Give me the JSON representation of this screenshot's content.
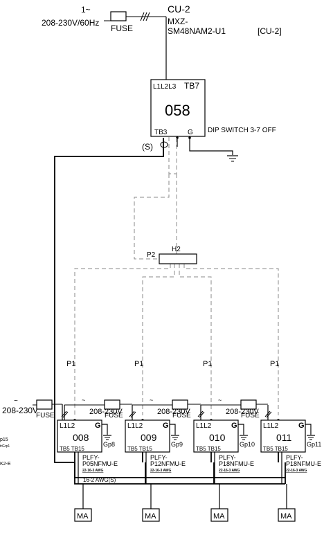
{
  "outdoor": {
    "phase": "1~",
    "supply": "208-230V/60Hz",
    "fuse": "FUSE",
    "label": "CU-2",
    "model_line1": "MXZ-",
    "model_line2": "SM48NAM2-U1",
    "tag": "[CU-2]",
    "terminals": "L1L2L3",
    "terminal_block": "TB7",
    "address": "058",
    "tb3": "TB3",
    "ground": "G",
    "dip": "DIP SWITCH 3-7 OFF",
    "shield": "(S)"
  },
  "branch": {
    "name": "H2",
    "port": "P2"
  },
  "supply_left": {
    "tilde": "~",
    "voltage": "208-230V",
    "fuse": "FUSE"
  },
  "left_edge": {
    "line1": "p15",
    "line2": "trGrp1",
    "line3": "K2-E"
  },
  "cable_label": "16-2 AWG(S)",
  "indoor_units": [
    {
      "port": "P1",
      "terminals": "L1L2",
      "ground": "G",
      "address": "008",
      "tb": "TB5 TB15",
      "group": "Gp8",
      "model1": "PLFY-",
      "model2": "P05NFMU-E",
      "wire": "22-16-3 AWG",
      "remote": "MA",
      "supply_tilde": "~",
      "supply_voltage": "208-230V",
      "fuse": "FUSE"
    },
    {
      "port": "P1",
      "terminals": "L1L2",
      "ground": "G",
      "address": "009",
      "tb": "TB5 TB15",
      "group": "Gp9",
      "model1": "PLFY-",
      "model2": "P12NFMU-E",
      "wire": "22-16-3 AWG",
      "remote": "MA",
      "supply_tilde": "~",
      "supply_voltage": "208-230V",
      "fuse": "FUSE"
    },
    {
      "port": "P1",
      "terminals": "L1L2",
      "ground": "G",
      "address": "010",
      "tb": "TB5 TB15",
      "group": "Gp10",
      "model1": "PLFY-",
      "model2": "P18NFMU-E",
      "wire": "22-16-3 AWG",
      "remote": "MA",
      "supply_tilde": "~",
      "supply_voltage": "208-230V",
      "fuse": "FUSE"
    },
    {
      "port": "P1",
      "terminals": "L1L2",
      "ground": "G",
      "address": "011",
      "tb": "TB5 TB15",
      "group": "Gp11",
      "model1": "PLFY-",
      "model2": "P18NFMU-E",
      "wire": "22-16-3 AWG",
      "remote": "MA",
      "supply_tilde": "",
      "supply_voltage": "",
      "fuse": ""
    }
  ]
}
